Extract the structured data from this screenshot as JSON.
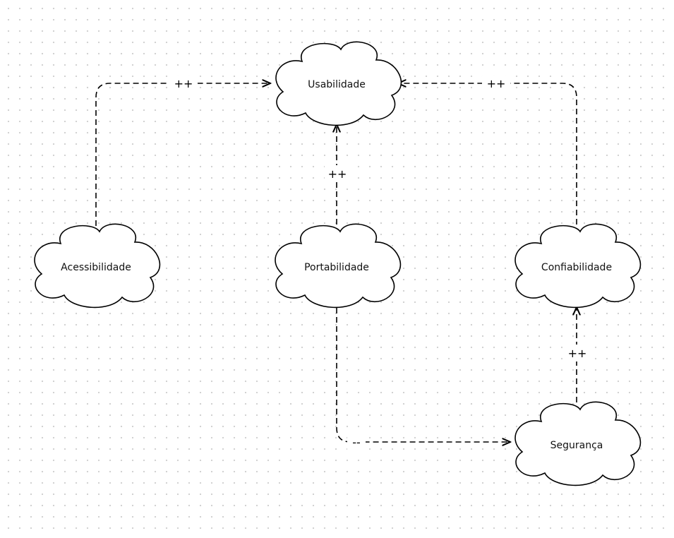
{
  "diagram": {
    "nodes": [
      {
        "id": "usabilidade",
        "label": "Usabilidade"
      },
      {
        "id": "acessibilidade",
        "label": "Acessibilidade"
      },
      {
        "id": "portabilidade",
        "label": "Portabilidade"
      },
      {
        "id": "confiabilidade",
        "label": "Confiabilidade"
      },
      {
        "id": "seguranca",
        "label": "Segurança"
      }
    ],
    "edges": [
      {
        "from": "acessibilidade",
        "to": "usabilidade",
        "label": "++"
      },
      {
        "from": "portabilidade",
        "to": "usabilidade",
        "label": "++"
      },
      {
        "from": "confiabilidade",
        "to": "usabilidade",
        "label": "++"
      },
      {
        "from": "seguranca",
        "to": "confiabilidade",
        "label": "++"
      },
      {
        "from": "portabilidade",
        "to": "seguranca",
        "label": "--"
      }
    ]
  }
}
